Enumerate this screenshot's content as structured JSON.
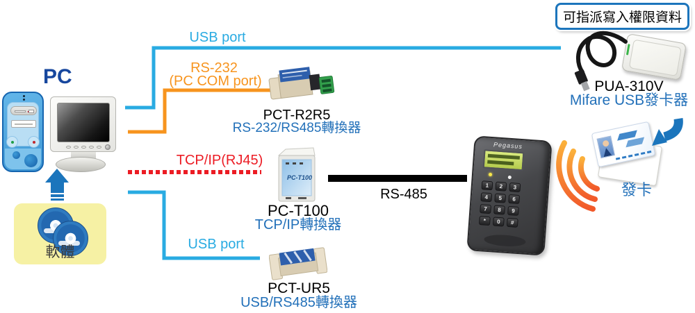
{
  "pc": {
    "label": "PC"
  },
  "software": {
    "label": "軟體"
  },
  "callout": {
    "text": "可指派寫入權限資料"
  },
  "connections": {
    "usb_top": "USB port",
    "rs232_line1": "RS-232",
    "rs232_line2": "(PC COM port)",
    "tcpip": "TCP/IP(RJ45)",
    "usb_bottom": "USB port",
    "rs485": "RS-485"
  },
  "devices": {
    "pct_r2r5": {
      "name": "PCT-R2R5",
      "desc": "RS-232/RS485轉換器"
    },
    "pc_t100": {
      "name": "PC-T100",
      "desc": "TCP/IP轉換器",
      "device_label": "PC-T100"
    },
    "pct_ur5": {
      "name": "PCT-UR5",
      "desc": "USB/RS485轉換器"
    },
    "pua_310v": {
      "name": "PUA-310V",
      "desc": "Mifare USB發卡器"
    },
    "access_reader": {
      "brand": "Pegasus",
      "keys": [
        "1",
        "2",
        "3",
        "4",
        "5",
        "6",
        "7",
        "8",
        "9",
        "*",
        "0",
        "#"
      ]
    }
  },
  "card": {
    "label": "發卡"
  },
  "colors": {
    "cyan": "#29ABE2",
    "orange": "#F7941E",
    "red": "#EC1C24",
    "blue_text": "#2270B9",
    "navy": "#17479E",
    "black": "#000000",
    "yellow_box": "#F6F1A4"
  }
}
